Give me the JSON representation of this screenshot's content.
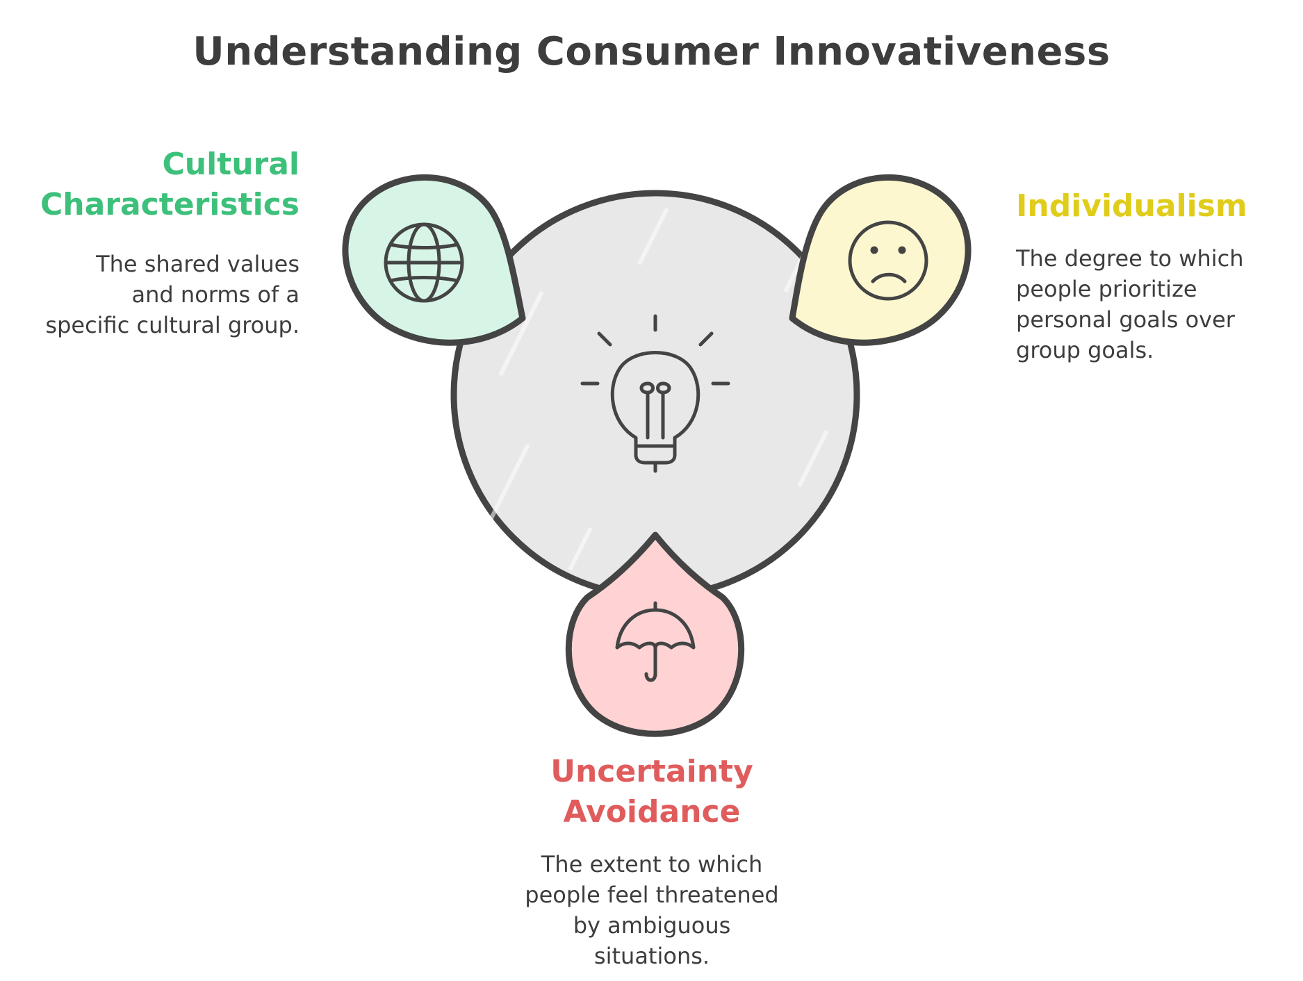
{
  "title": "Understanding Consumer Innovativeness",
  "center": {
    "icon": "lightbulb-icon",
    "fill": "#e8e8e8",
    "stroke": "#444444"
  },
  "items": [
    {
      "id": "cultural",
      "heading": "Cultural Characteristics",
      "heading_lines": [
        "Cultural",
        "Characteristics"
      ],
      "description_lines": [
        "The shared values",
        "and norms of a",
        "specific cultural group."
      ],
      "color": "#3cc07a",
      "fill": "#d6f5e6",
      "icon": "globe-icon"
    },
    {
      "id": "individualism",
      "heading": "Individualism",
      "heading_lines": [
        "Individualism"
      ],
      "description_lines": [
        "The degree to which",
        "people prioritize",
        "personal goals over",
        "group goals."
      ],
      "color": "#e0cc1a",
      "fill": "#fdf7cf",
      "icon": "sad-face-icon"
    },
    {
      "id": "uncertainty",
      "heading": "Uncertainty Avoidance",
      "heading_lines": [
        "Uncertainty",
        "Avoidance"
      ],
      "description_lines": [
        "The extent to which",
        "people feel threatened",
        "by ambiguous",
        "situations."
      ],
      "color": "#e05c5c",
      "fill": "#ffd3d3",
      "icon": "umbrella-icon"
    }
  ]
}
